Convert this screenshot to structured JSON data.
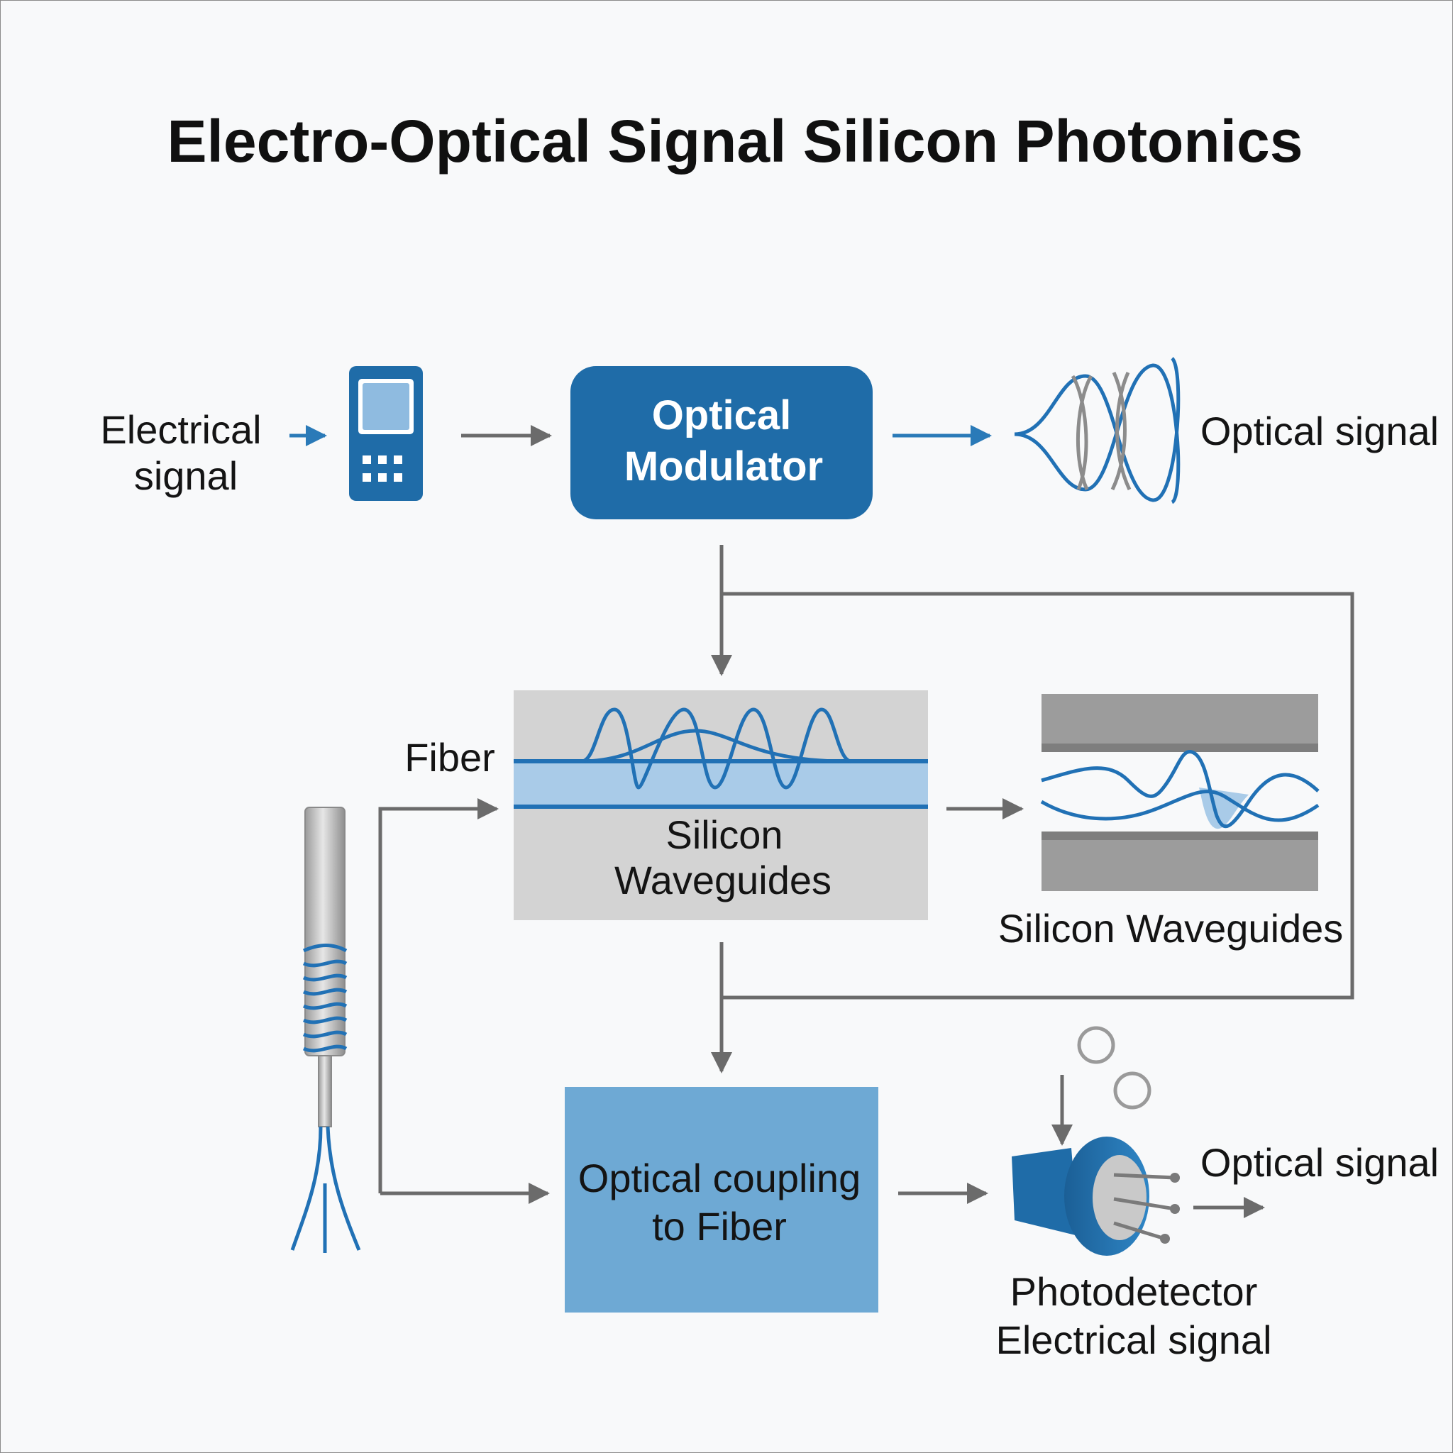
{
  "title": "Electro-Optical Signal Silicon Photonics",
  "labels": {
    "electrical_signal_line1": "Electrical",
    "electrical_signal_line2": "signal",
    "optical_modulator_line1": "Optical",
    "optical_modulator_line2": "Modulator",
    "optical_signal_top": "Optical signal",
    "fiber": "Fiber",
    "silicon_waveguides_box_line1": "Silicon",
    "silicon_waveguides_box_line2": "Waveguides",
    "silicon_waveguides_right": "Silicon Waveguides",
    "coupling_line1": "Optical coupling",
    "coupling_line2": "to Fiber",
    "optical_signal_bottom": "Optical signal",
    "photodetector_line1": "Photodetector",
    "photodetector_line2": "Electrical signal"
  },
  "icons": {
    "device": "phone-icon",
    "wave_crossing": "optical-wave-icon",
    "fiber_coil": "fiber-coil-icon",
    "photodetector": "photodetector-icon",
    "bubbles": "circle-icon"
  },
  "colors": {
    "primary_blue": "#1f6ca8",
    "light_blue": "#6ea9d4",
    "wave_blue": "#2171b5",
    "grey_box": "#d3d3d3",
    "arrow_grey": "#6b6b6b"
  }
}
